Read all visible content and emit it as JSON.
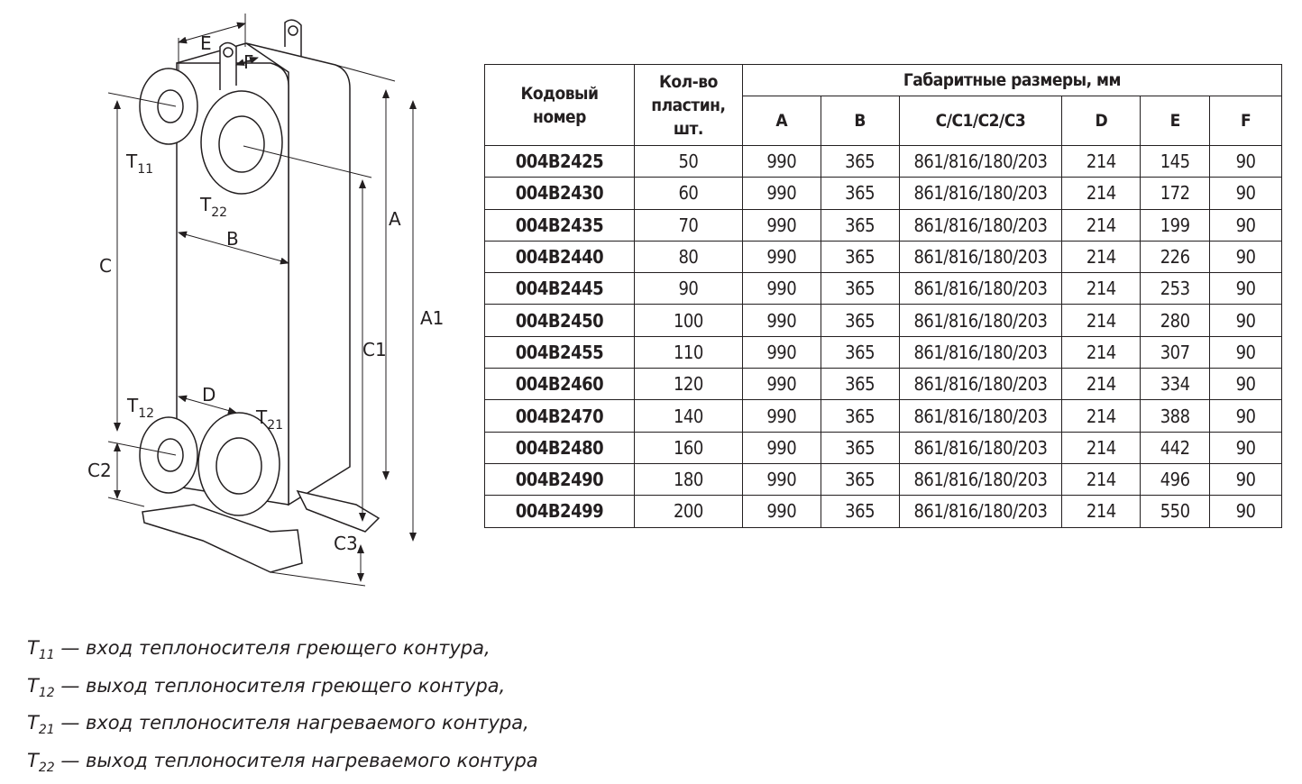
{
  "diagram": {
    "labels": {
      "E": "E",
      "F": "F",
      "A": "A",
      "A1": "A1",
      "B": "B",
      "C": "C",
      "C1": "C1",
      "C2": "C2",
      "C3": "C3",
      "D": "D"
    },
    "ports": [
      {
        "main": "T",
        "sub": "11"
      },
      {
        "main": "T",
        "sub": "22"
      },
      {
        "main": "T",
        "sub": "12"
      },
      {
        "main": "T",
        "sub": "21"
      }
    ]
  },
  "table": {
    "headers": {
      "code": "Кодовый номер",
      "plates": "Кол-во пластин, шт.",
      "dims": "Габаритные размеры, мм",
      "A": "A",
      "B": "B",
      "C": "C/C1/C2/C3",
      "D": "D",
      "E": "E",
      "F": "F"
    },
    "rows": [
      [
        "004B2425",
        "50",
        "990",
        "365",
        "861/816/180/203",
        "214",
        "145",
        "90"
      ],
      [
        "004B2430",
        "60",
        "990",
        "365",
        "861/816/180/203",
        "214",
        "172",
        "90"
      ],
      [
        "004B2435",
        "70",
        "990",
        "365",
        "861/816/180/203",
        "214",
        "199",
        "90"
      ],
      [
        "004B2440",
        "80",
        "990",
        "365",
        "861/816/180/203",
        "214",
        "226",
        "90"
      ],
      [
        "004B2445",
        "90",
        "990",
        "365",
        "861/816/180/203",
        "214",
        "253",
        "90"
      ],
      [
        "004B2450",
        "100",
        "990",
        "365",
        "861/816/180/203",
        "214",
        "280",
        "90"
      ],
      [
        "004B2455",
        "110",
        "990",
        "365",
        "861/816/180/203",
        "214",
        "307",
        "90"
      ],
      [
        "004B2460",
        "120",
        "990",
        "365",
        "861/816/180/203",
        "214",
        "334",
        "90"
      ],
      [
        "004B2470",
        "140",
        "990",
        "365",
        "861/816/180/203",
        "214",
        "388",
        "90"
      ],
      [
        "004B2480",
        "160",
        "990",
        "365",
        "861/816/180/203",
        "214",
        "442",
        "90"
      ],
      [
        "004B2490",
        "180",
        "990",
        "365",
        "861/816/180/203",
        "214",
        "496",
        "90"
      ],
      [
        "004B2499",
        "200",
        "990",
        "365",
        "861/816/180/203",
        "214",
        "550",
        "90"
      ]
    ]
  },
  "legend": [
    {
      "main": "T",
      "sub": "11",
      "text": " — вход теплоносителя греющего контура,"
    },
    {
      "main": "T",
      "sub": "12",
      "text": " — выход теплоносителя греющего контура,"
    },
    {
      "main": "T",
      "sub": "21",
      "text": " — вход теплоносителя нагреваемого контура,"
    },
    {
      "main": "T",
      "sub": "22",
      "text": " — выход теплоносителя нагреваемого контура"
    }
  ]
}
